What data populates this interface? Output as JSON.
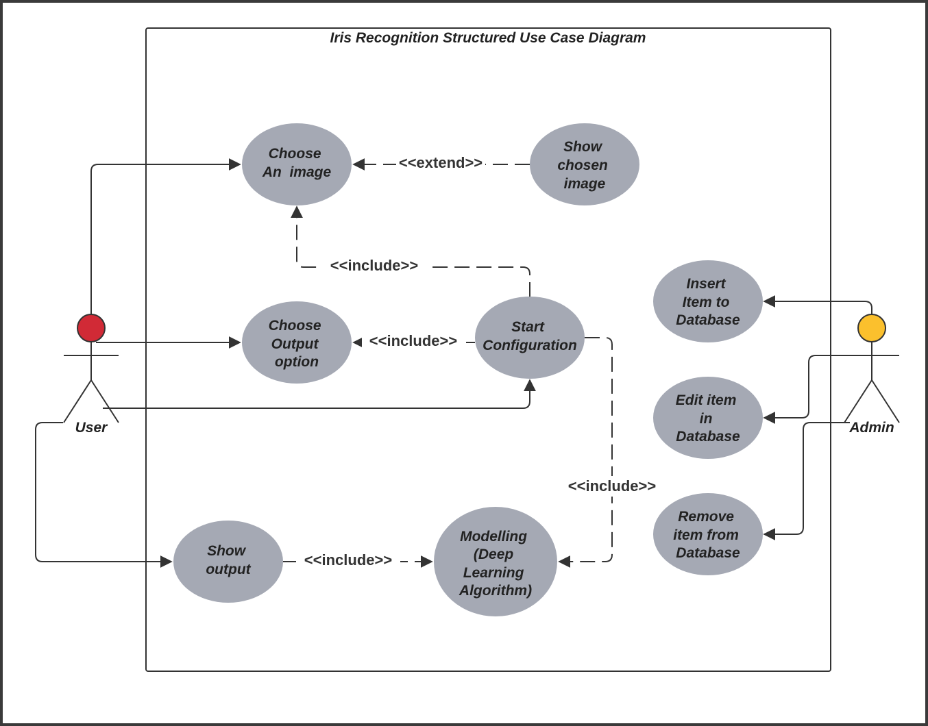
{
  "diagram": {
    "title": "Iris Recognition Structured Use Case Diagram",
    "actors": {
      "user": {
        "label": "User",
        "color": "#d12a36"
      },
      "admin": {
        "label": "Admin",
        "color": "#fbc02d"
      }
    },
    "use_cases": {
      "choose_image": [
        "Choose",
        "An  image"
      ],
      "show_chosen_image": [
        "Show",
        "chosen",
        "image"
      ],
      "choose_output_option": [
        "Choose",
        "Output",
        "option"
      ],
      "start_configuration": [
        "Start",
        "Configuration"
      ],
      "show_output": [
        "Show",
        "output"
      ],
      "modelling": [
        "Modelling",
        "(Deep",
        "Learning",
        "Algorithm)"
      ],
      "insert_item": [
        "Insert",
        "Item to",
        "Database"
      ],
      "edit_item": [
        "Edit item",
        "in",
        "Database"
      ],
      "remove_item": [
        "Remove",
        "item from",
        "Database"
      ]
    },
    "relations": {
      "extend_label": "<<extend>>",
      "include_label": "<<include>>"
    },
    "colors": {
      "use_case_fill": "#a5a9b4",
      "line": "#333333",
      "frame": "#3a3a3a"
    }
  }
}
